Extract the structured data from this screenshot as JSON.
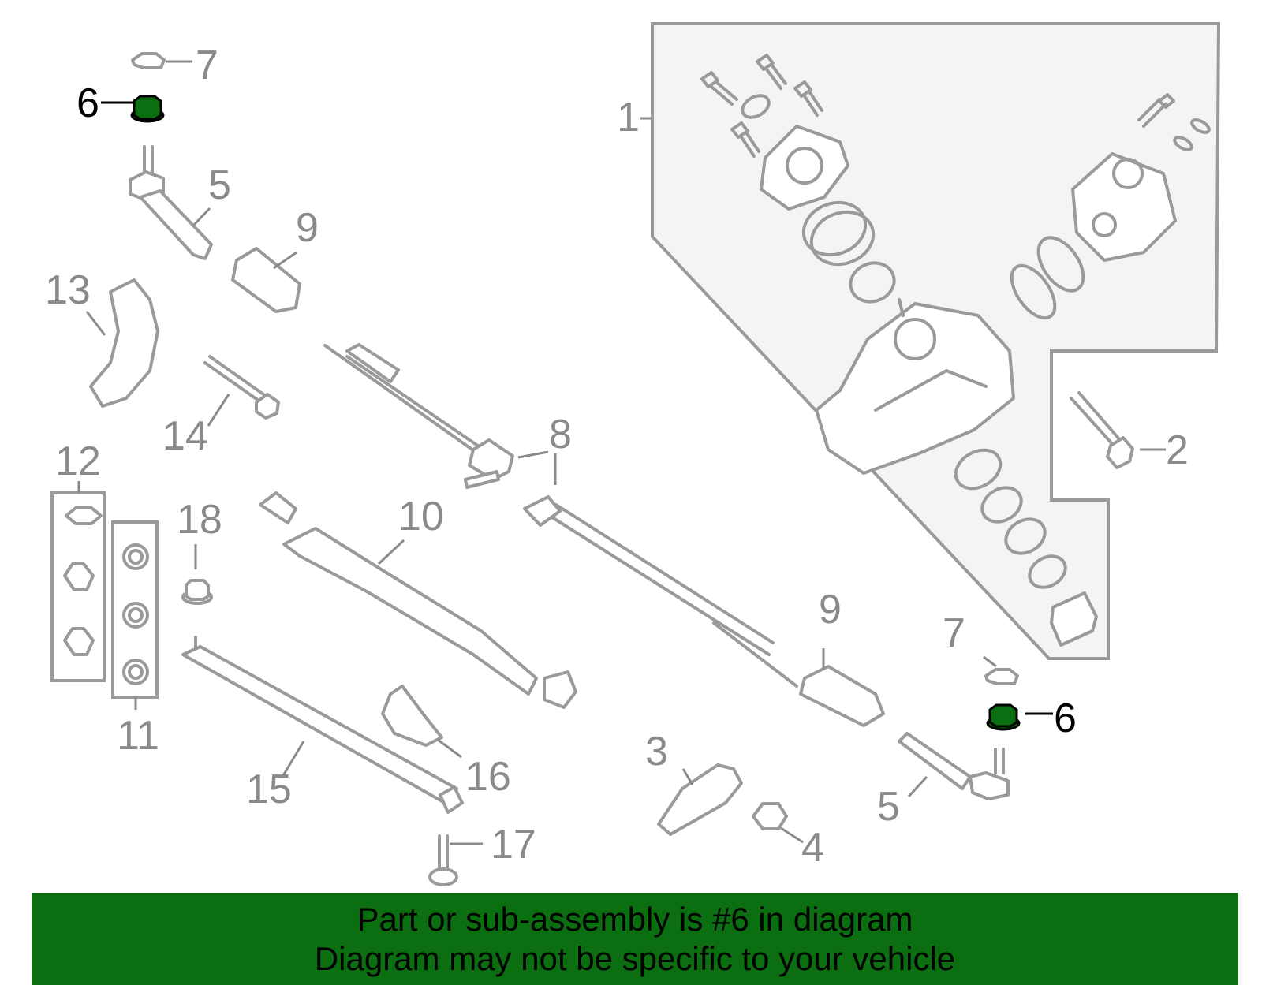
{
  "colors": {
    "part_stroke": "#9a9a9a",
    "label_gray": "#8a8a8a",
    "highlight_part": "#0b6e10",
    "banner_bg": "#0b6e10",
    "assembly_panel": "#f4f4f4"
  },
  "callouts": {
    "c1": "1",
    "c2": "2",
    "c3": "3",
    "c4": "4",
    "c5a": "5",
    "c5b": "5",
    "c6a": "6",
    "c6b": "6",
    "c7a": "7",
    "c7b": "7",
    "c8": "8",
    "c9a": "9",
    "c9b": "9",
    "c10": "10",
    "c11": "11",
    "c12": "12",
    "c13": "13",
    "c14": "14",
    "c15": "15",
    "c16": "16",
    "c17": "17",
    "c18": "18"
  },
  "banner": {
    "line1": "Part or sub-assembly is #6 in diagram",
    "line2": "Diagram may not be specific to your vehicle"
  }
}
